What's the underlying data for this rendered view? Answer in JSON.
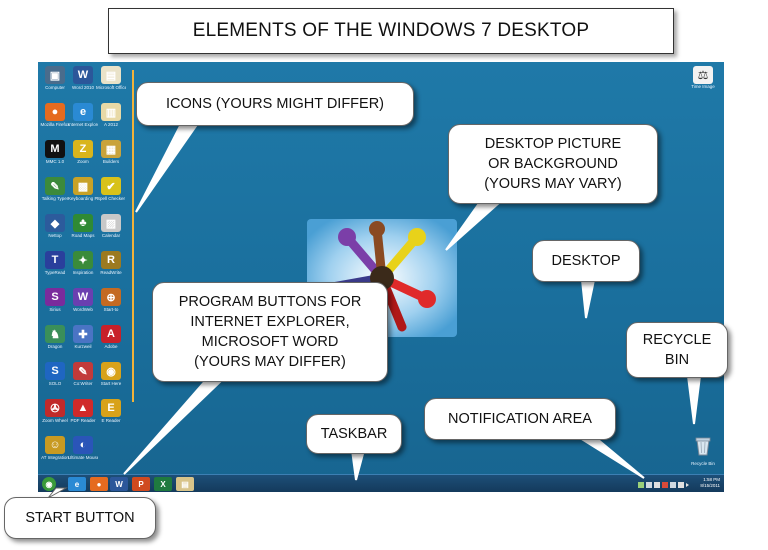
{
  "title": "ELEMENTS OF THE WINDOWS 7 DESKTOP",
  "callouts": {
    "icons": "ICONS (YOURS MIGHT DIFFER)",
    "desktop_picture": [
      "DESKTOP PICTURE",
      "OR BACKGROUND",
      "(YOURS MAY VARY)"
    ],
    "desktop": "DESKTOP",
    "program_buttons": [
      "PROGRAM BUTTONS FOR",
      "INTERNET EXPLORER,",
      "MICROSOFT WORD",
      "(YOURS MAY DIFFER)"
    ],
    "recycle_bin": [
      "RECYCLE",
      "BIN"
    ],
    "notification_area": "NOTIFICATION AREA",
    "taskbar": "TASKBAR",
    "start_button": "START BUTTON"
  },
  "desktop_icons": [
    {
      "label": "Computer",
      "icon": "computer-icon",
      "glyph": "▣",
      "color": "#4a6c8c"
    },
    {
      "label": "Word 2010",
      "icon": "word-icon",
      "glyph": "W",
      "color": "#2b579a"
    },
    {
      "label": "Microsoft Office",
      "icon": "office-doc-icon",
      "glyph": "▤",
      "color": "#e9e2c8"
    },
    {
      "label": "Mozilla Firefox",
      "icon": "firefox-icon",
      "glyph": "●",
      "color": "#e56b1f"
    },
    {
      "label": "Internet Explorer",
      "icon": "ie-icon",
      "glyph": "e",
      "color": "#2a8ad4"
    },
    {
      "label": "A 2012",
      "icon": "folder-icon",
      "glyph": "▥",
      "color": "#e8d9a6"
    },
    {
      "label": "MMC 1.0",
      "icon": "m-app-icon",
      "glyph": "M",
      "color": "#111111"
    },
    {
      "label": "Zoom",
      "icon": "z-app-icon",
      "glyph": "Z",
      "color": "#d9b51c"
    },
    {
      "label": "Builders",
      "icon": "books-icon",
      "glyph": "▦",
      "color": "#c9a33b"
    },
    {
      "label": "Talking Typer",
      "icon": "typer-icon",
      "glyph": "✎",
      "color": "#3c8a3c"
    },
    {
      "label": "Keyboarding Pro",
      "icon": "keyboard-icon",
      "glyph": "▩",
      "color": "#c8a227"
    },
    {
      "label": "Spell Checker",
      "icon": "checkmark-icon",
      "glyph": "✔",
      "color": "#d8c21a"
    },
    {
      "label": "Nettop",
      "icon": "nettop-icon",
      "glyph": "◆",
      "color": "#2c5b9c"
    },
    {
      "label": "Road Maps",
      "icon": "palm-icon",
      "glyph": "♣",
      "color": "#2f8a34"
    },
    {
      "label": "Calendar",
      "icon": "calendar-icon",
      "glyph": "▨",
      "color": "#c8c8c8"
    },
    {
      "label": "TypeRead",
      "icon": "tr-icon",
      "glyph": "T",
      "color": "#2a3f9c"
    },
    {
      "label": "Inspiration",
      "icon": "inspiration-icon",
      "glyph": "✦",
      "color": "#3a8b3a"
    },
    {
      "label": "ReadWrite",
      "icon": "readwrite-icon",
      "glyph": "R",
      "color": "#9c7a20"
    },
    {
      "label": "Sirius",
      "icon": "sirius-icon",
      "glyph": "S",
      "color": "#7a2b9c"
    },
    {
      "label": "WordWeb",
      "icon": "wordweb-icon",
      "glyph": "W",
      "color": "#6a3fb0"
    },
    {
      "label": "Start-to",
      "icon": "power-icon",
      "glyph": "⊕",
      "color": "#c46a22"
    },
    {
      "label": "Dragon",
      "icon": "dragon-icon",
      "glyph": "♞",
      "color": "#3a8f5a"
    },
    {
      "label": "Kurzweil",
      "icon": "kurzweil-icon",
      "glyph": "✚",
      "color": "#4a74c4"
    },
    {
      "label": "Adobe",
      "icon": "adobe-icon",
      "glyph": "A",
      "color": "#c8202a"
    },
    {
      "label": "SOLO",
      "icon": "solo-icon",
      "glyph": "S",
      "color": "#1f66c2"
    },
    {
      "label": "Co:Writer",
      "icon": "cowriter-icon",
      "glyph": "✎",
      "color": "#c23a3a"
    },
    {
      "label": "Start Here",
      "icon": "disc-icon",
      "glyph": "◉",
      "color": "#d8a21a"
    },
    {
      "label": "Zoom Wheel",
      "icon": "wheel-icon",
      "glyph": "✇",
      "color": "#c02a2a"
    },
    {
      "label": "PDF Reader",
      "icon": "hat-icon",
      "glyph": "▲",
      "color": "#d02a2a"
    },
    {
      "label": "E Reader",
      "icon": "shield-icon",
      "glyph": "E",
      "color": "#d8a21a"
    },
    {
      "label": "AT Integration",
      "icon": "people-icon",
      "glyph": "☺",
      "color": "#c89a22"
    },
    {
      "label": "Ultimate Mouse",
      "icon": "mouse-icon",
      "glyph": "◐",
      "color": "#2a55b8"
    }
  ],
  "top_right_icon": {
    "label": "Time Image",
    "glyph": "⚖"
  },
  "recycle_bin_label": "Recycle Bin",
  "taskbar_buttons": [
    {
      "name": "start-orb",
      "glyph": "◉",
      "color": "#3a9a3a"
    },
    {
      "name": "internet-explorer",
      "glyph": "e",
      "color": "#2a8ad4"
    },
    {
      "name": "firefox",
      "glyph": "●",
      "color": "#e56b1f"
    },
    {
      "name": "word",
      "glyph": "W",
      "color": "#2b579a"
    },
    {
      "name": "powerpoint",
      "glyph": "P",
      "color": "#d04a1f"
    },
    {
      "name": "excel",
      "glyph": "X",
      "color": "#1f7a3f"
    },
    {
      "name": "explorer",
      "glyph": "▤",
      "color": "#d8c48a"
    }
  ],
  "clock": {
    "time": "1:58 PM",
    "date": "8/15/2011"
  }
}
